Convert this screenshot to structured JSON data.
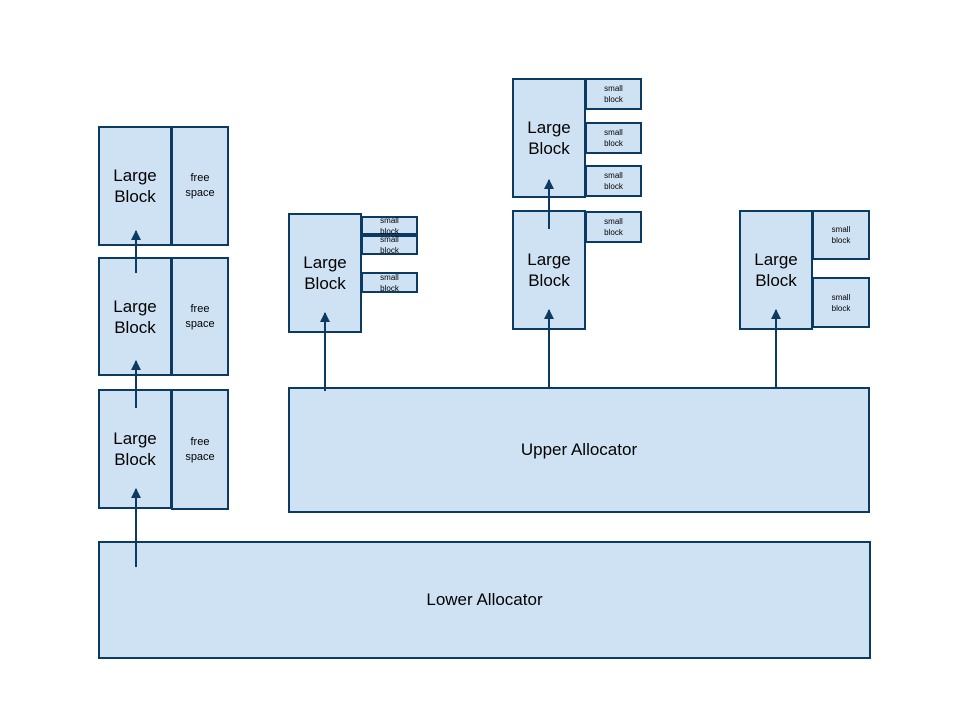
{
  "labels": {
    "large_block": "Large\nBlock",
    "free_space": "free\nspace",
    "small_block": "small\nblock"
  },
  "upper_allocator": "Upper Allocator",
  "lower_allocator": "Lower Allocator",
  "colors": {
    "box_fill": "#cfe2f3",
    "box_border": "#0b3a63",
    "arrow": "#0b3a63"
  }
}
